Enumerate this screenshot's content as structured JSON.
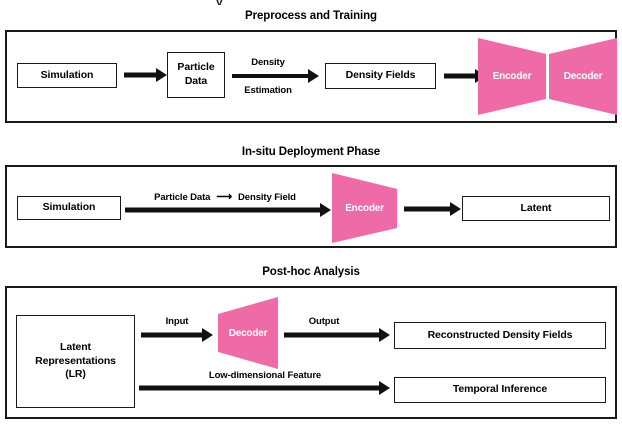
{
  "figure": {
    "crop_artifact": "y",
    "background_color": "#ffffff",
    "accent_color": "#ee6ba8",
    "line_color": "#1a1a1a"
  },
  "sections": [
    {
      "id": "preprocess-and-training",
      "title": "Preprocess and Training",
      "nodes": [
        {
          "id": "simulation",
          "label": "Simulation"
        },
        {
          "id": "particle-data",
          "label": "Particle\nData",
          "line1": "Particle",
          "line2": "Data"
        },
        {
          "id": "density-fields",
          "label": "Density Fields"
        }
      ],
      "arrow_labels": [
        {
          "id": "density-estimation",
          "above": "Density",
          "below": "Estimation"
        }
      ],
      "shapes": [
        {
          "id": "encoder",
          "label": "Encoder",
          "direction": "contract",
          "color": "#ee6ba8"
        },
        {
          "id": "decoder",
          "label": "Decoder",
          "direction": "expand",
          "color": "#ee6ba8"
        }
      ]
    },
    {
      "id": "in-situ-deployment-phase",
      "title": "In-situ Deployment Phase",
      "nodes": [
        {
          "id": "simulation",
          "label": "Simulation"
        },
        {
          "id": "latent",
          "label": "Latent"
        }
      ],
      "arrow_labels": [
        {
          "id": "particle-data-to-density-field",
          "left": "Particle Data",
          "arrow": "⟶",
          "right": "Density Field"
        }
      ],
      "shapes": [
        {
          "id": "encoder",
          "label": "Encoder",
          "direction": "contract",
          "color": "#ee6ba8"
        }
      ]
    },
    {
      "id": "post-hoc-analysis",
      "title": "Post-hoc Analysis",
      "nodes": [
        {
          "id": "latent-representations",
          "label": "Latent Representations (LR)",
          "line1": "Latent",
          "line2": "Representations",
          "line3": "(LR)"
        },
        {
          "id": "reconstructed-density-fields",
          "label": "Reconstructed Density Fields"
        },
        {
          "id": "temporal-inference",
          "label": "Temporal Inference"
        }
      ],
      "arrow_labels": [
        {
          "id": "input",
          "text": "Input"
        },
        {
          "id": "output",
          "text": "Output"
        },
        {
          "id": "low-dimensional-feature",
          "text": "Low-dimensional Feature"
        }
      ],
      "shapes": [
        {
          "id": "decoder",
          "label": "Decoder",
          "direction": "expand",
          "color": "#ee6ba8"
        }
      ]
    }
  ]
}
